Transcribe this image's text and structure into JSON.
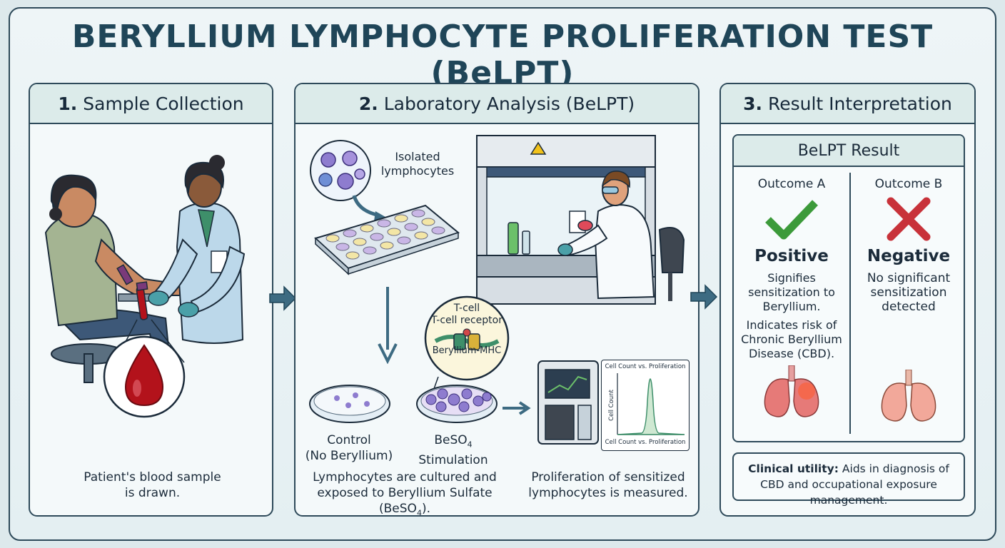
{
  "title": "BERYLLIUM LYMPHOCYTE PROLIFERATION TEST (BeLPT)",
  "step1": {
    "number": "1.",
    "heading": "Sample Collection",
    "caption_line1": "Patient's blood sample",
    "caption_line2": "is drawn."
  },
  "step2": {
    "number": "2.",
    "heading": "Laboratory Analysis (BeLPT)",
    "isolated_line1": "Isolated",
    "isolated_line2": "lymphocytes",
    "tcell": "T-cell",
    "tcell_receptor": "T-cell receptor",
    "be_mhc": "Beryllium-MHC",
    "control_line1": "Control",
    "control_line2": "(No Beryllium)",
    "beso4_prefix": "BeSO",
    "beso4_sub": "4",
    "stimulation": "Stimulation",
    "culture_line1": "Lymphocytes are cultured and",
    "culture_line2_prefix": "exposed to Beryllium Sulfate (BeSO",
    "culture_line2_sub": "4",
    "culture_line2_suffix": ").",
    "measure_line1": "Proliferation of sensitized",
    "measure_line2": "lymphocytes is measured.",
    "graph_title": "Cell Count vs. Proliferation",
    "graph_ylabel": "Cell Count",
    "graph_footer": "Cell Count vs. Proliferation"
  },
  "step3": {
    "number": "3.",
    "heading": "Result Interpretation",
    "result_title": "BeLPT Result",
    "outcome_a": {
      "label": "Outcome A",
      "verdict": "Positive",
      "desc1": "Signifies sensitization to Beryllium.",
      "desc2": "Indicates risk of Chronic Beryllium Disease (CBD)."
    },
    "outcome_b": {
      "label": "Outcome B",
      "verdict": "Negative",
      "desc1": "No significant sensitization detected"
    },
    "utility_label": "Clinical utility:",
    "utility_text": "Aids in diagnosis of CBD and occupational exposure management."
  },
  "colors": {
    "frame": "#2e4a5a",
    "title": "#1f4558",
    "header_bg": "#dcebea",
    "check": "#3c9a3a",
    "cross": "#c8323a",
    "blood": "#b3121b"
  }
}
